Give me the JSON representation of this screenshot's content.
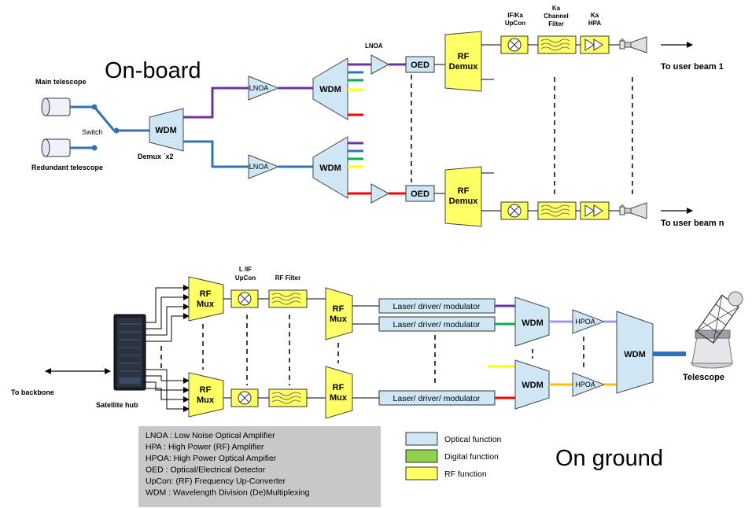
{
  "titles": {
    "onboard": "On-board",
    "onground": "On ground"
  },
  "onboard": {
    "main_telescope": "Main telescope",
    "redundant_telescope": "Redundant telescope",
    "switch": "Switch",
    "demux": "Demux ´x2",
    "wdm": "WDM",
    "lnoa": "LNOA",
    "oed": "OED",
    "rf": "RF",
    "demux_word": "Demux",
    "hdr_upcon": [
      "IF/Ka",
      "UpCon"
    ],
    "hdr_filter": [
      "Ka",
      "Channel",
      "Filter"
    ],
    "hdr_hpa": [
      "Ka",
      "HPA"
    ],
    "beam1": "To user beam 1",
    "beamn": "To user beam n"
  },
  "ground": {
    "rf": "RF",
    "mux": "Mux",
    "hdr_upcon": [
      "L /IF",
      "UpCon"
    ],
    "hdr_filter": "RF Filter",
    "laser": "Laser/ driver/ modulator",
    "wdm": "WDM",
    "hpoa": "HPOA",
    "telescope": "Telescope",
    "backbone": "To backbone",
    "hub": "Satellite hub"
  },
  "abbrev": [
    "LNOA : Low Noise Optical Amplifier",
    "HPA : High Power (RF) Amplifier",
    "HPOA: High Power Optical Ampifier",
    "OED : Optical/Electrical Detector",
    "UpCon: (RF) Frequency Up-Converter",
    "WDM : Wavelength Division (De)Multiplexing"
  ],
  "legend": [
    {
      "label": "Optical function",
      "color": "#cfe7f5"
    },
    {
      "label": "Digital function",
      "color": "#92d050"
    },
    {
      "label": "RF function",
      "color": "#ffff66"
    }
  ],
  "colors": {
    "optical": "#cfe7f5",
    "rf": "#ffff66",
    "blue": "#2e75b6",
    "purple": "#7030a0",
    "green": "#00b050",
    "yellow": "#ffff00",
    "red": "#ff0000",
    "orange": "#ffc000",
    "lilac": "#9999ff"
  }
}
